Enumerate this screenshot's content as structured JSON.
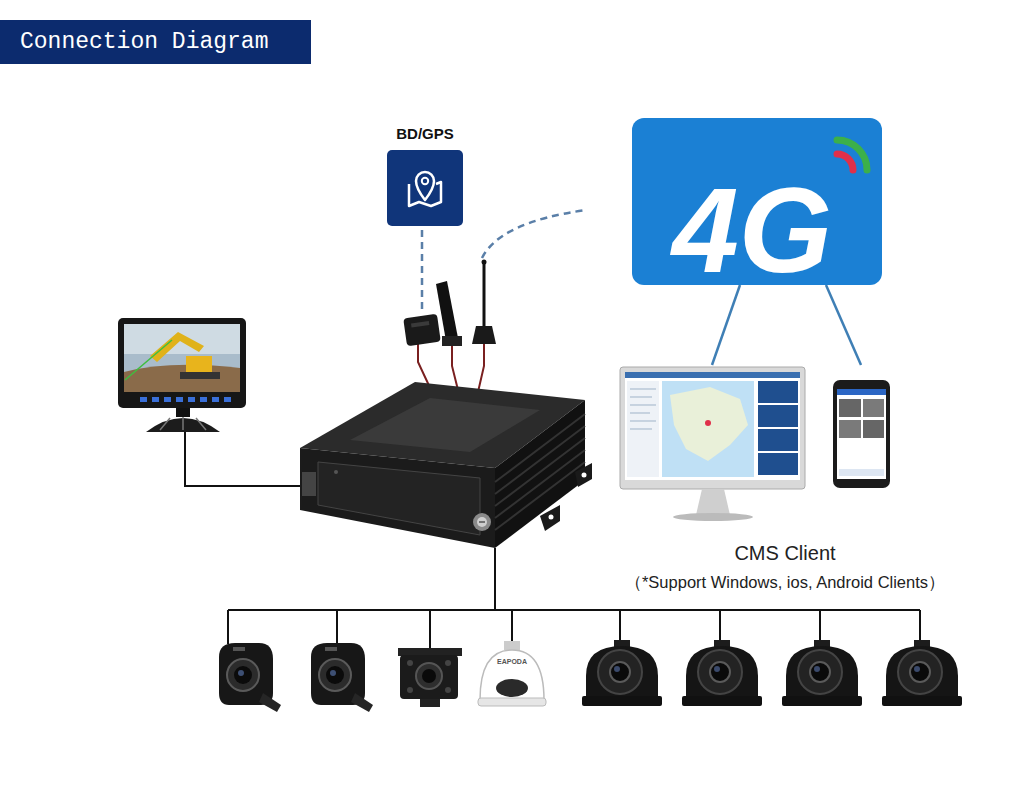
{
  "diagram": {
    "title": "Connection Diagram",
    "nodes": [
      {
        "text": [
          "BD/GPS"
        ]
      },
      {
        "text": [
          "4G"
        ]
      },
      {
        "text": [
          "CMS Client",
          "（*Support Windows, ios, Android Clients）"
        ]
      }
    ],
    "edges": [
      {
        "from": 1,
        "to": 2,
        "arrow": "none"
      },
      {
        "from": 1,
        "to": 2,
        "arrow": "none"
      }
    ],
    "labels": [
      "EAPODA"
    ]
  }
}
